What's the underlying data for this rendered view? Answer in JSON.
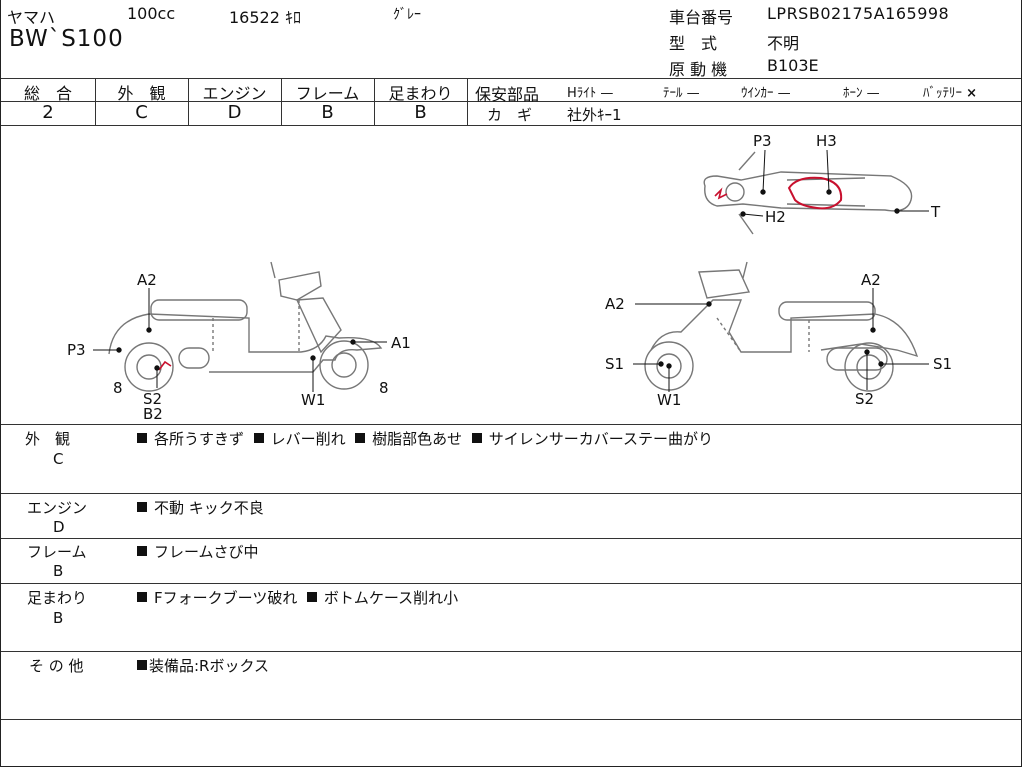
{
  "header": {
    "maker": "ヤマハ",
    "displacement": "100cc",
    "mileage": "16522 ｷﾛ",
    "color": "ｸﾞﾚｰ",
    "model_name": "BW`S100",
    "frame_no_label": "車台番号",
    "frame_no": "LPRSB02175A165998",
    "type_label": "型　式",
    "type_value": "不明",
    "engine_label": "原 動 機",
    "engine_value": "B103E"
  },
  "grades": [
    {
      "label": "総　合",
      "value": "2"
    },
    {
      "label": "外　観",
      "value": "C"
    },
    {
      "label": "エンジン",
      "value": "D"
    },
    {
      "label": "フレーム",
      "value": "B"
    },
    {
      "label": "足まわり",
      "value": "B"
    }
  ],
  "safety": {
    "label": "保安部品",
    "items": [
      {
        "name": "Hﾗｲﾄ",
        "mark": "—"
      },
      {
        "name": "ﾃｰﾙ",
        "mark": "—"
      },
      {
        "name": "ｳｲﾝｶｰ",
        "mark": "—"
      },
      {
        "name": "ﾎｰﾝ",
        "mark": "—"
      },
      {
        "name": "ﾊﾞｯﾃﾘｰ",
        "mark": "×"
      }
    ],
    "key_label": "カ　ギ",
    "key_value": "社外ｷｰ1"
  },
  "diagram_labels": {
    "left": {
      "a2": "A2",
      "p3": "P3",
      "a1": "A1",
      "w1": "W1",
      "s2": "S2",
      "b2": "B2",
      "n8a": "8",
      "n8b": "8"
    },
    "right": {
      "a2a": "A2",
      "a2b": "A2",
      "s1a": "S1",
      "s1b": "S1",
      "w1": "W1",
      "s2": "S2"
    },
    "top": {
      "p3": "P3",
      "h3": "H3",
      "h2": "H2",
      "t": "T"
    }
  },
  "remarks": [
    {
      "category": "外　観",
      "grade": "C",
      "items": [
        "各所うすきず",
        "レバー削れ",
        "樹脂部色あせ",
        "サイレンサーカバーステー曲がり"
      ]
    },
    {
      "category": "エンジン",
      "grade": "D",
      "items": [
        "不動 キック不良"
      ]
    },
    {
      "category": "フレーム",
      "grade": "B",
      "items": [
        "フレームさび中"
      ]
    },
    {
      "category": "足まわり",
      "grade": "B",
      "items": [
        "Fフォークブーツ破れ",
        "ボトムケース削れ小"
      ]
    },
    {
      "category": "そ の 他",
      "grade": "",
      "items": [
        "装備品:Rボックス"
      ]
    }
  ]
}
